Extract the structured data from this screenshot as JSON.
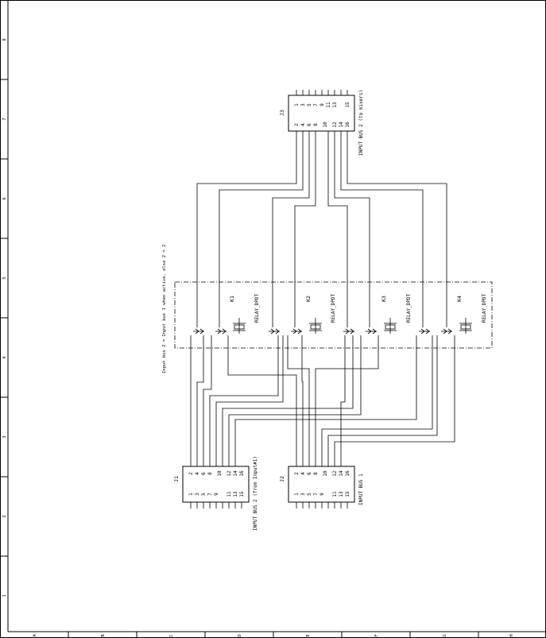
{
  "border": {
    "row_zones": [
      "8",
      "7",
      "6",
      "5",
      "4",
      "3",
      "2",
      "1"
    ],
    "col_zones": [
      "A",
      "B",
      "C",
      "D",
      "E",
      "F",
      "G",
      "H"
    ]
  },
  "note": "Input bus 2 = Input bus 1 when active, else 2 = 2",
  "connectors": {
    "j1": {
      "ref": "J1",
      "label": "INPUT BUS 2 (from Input#1)",
      "odd_pins": [
        "1",
        "3",
        "5",
        "7",
        "9",
        "11",
        "13",
        "15"
      ],
      "even_pins": [
        "2",
        "4",
        "6",
        "8",
        "10",
        "12",
        "14",
        "16"
      ]
    },
    "j2": {
      "ref": "J2",
      "label": "INPUT BUS 1",
      "odd_pins": [
        "1",
        "3",
        "5",
        "7",
        "9",
        "11",
        "13",
        "15"
      ],
      "even_pins": [
        "2",
        "4",
        "6",
        "8",
        "10",
        "12",
        "14",
        "16"
      ]
    },
    "j3": {
      "ref": "J3",
      "label": "INPUT BUS 2 (to mixers)",
      "odd_pins": [
        "1",
        "3",
        "5",
        "7",
        "9",
        "11",
        "13",
        "15"
      ],
      "even_pins": [
        "2",
        "4",
        "6",
        "8",
        "10",
        "12",
        "14",
        "16"
      ]
    }
  },
  "relays": [
    {
      "ref": "K1",
      "type": "RELAY_DPDT"
    },
    {
      "ref": "K2",
      "type": "RELAY_DPDT"
    },
    {
      "ref": "K3",
      "type": "RELAY_DPDT"
    },
    {
      "ref": "K4",
      "type": "RELAY_DPDT"
    }
  ]
}
